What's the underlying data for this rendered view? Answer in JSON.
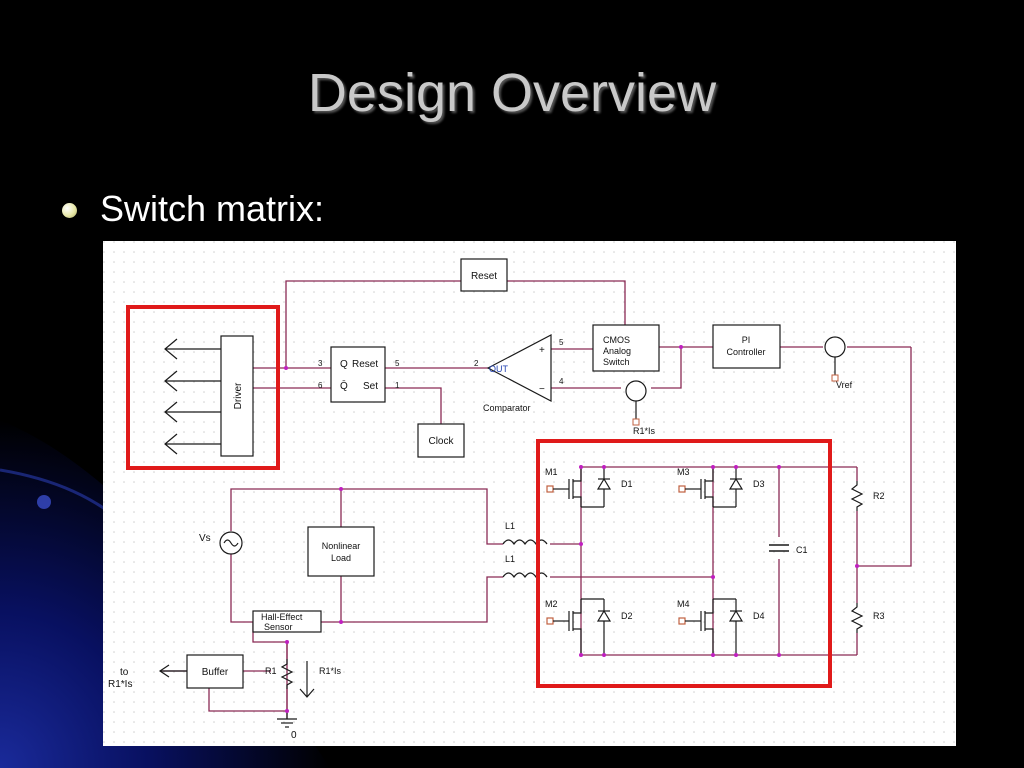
{
  "slide": {
    "title": "Design Overview",
    "bullet": "Switch matrix:"
  },
  "schematic": {
    "labels": {
      "reset_block": "Reset",
      "q": "Q",
      "q_bar": "Q̄",
      "reset_pin": "Reset",
      "set_pin": "Set",
      "pin3": "3",
      "pin6": "6",
      "pin5": "5",
      "pin1": "1",
      "pin2": "2",
      "pin5b": "5",
      "pin4": "4",
      "clock": "Clock",
      "comparator": "Comparator",
      "out": "OUT",
      "plus": "+",
      "minus": "−",
      "cmos_1": "CMOS",
      "cmos_2": "Analog",
      "cmos_3": "Switch",
      "pi_1": "PI",
      "pi_2": "Controller",
      "vref": "Vref",
      "r1is_top": "R1*Is",
      "driver": "Driver",
      "vs": "Vs",
      "load_1": "Nonlinear",
      "load_2": "Load",
      "l1a": "L1",
      "l1b": "L1",
      "hall_1": "Hall-Effect",
      "hall_2": "Sensor",
      "buffer": "Buffer",
      "r1": "R1",
      "r1is_bottom": "R1*Is",
      "to_1": "to",
      "to_2": "R1*Is",
      "ground": "0",
      "m1": "M1",
      "m2": "M2",
      "m3": "M3",
      "m4": "M4",
      "d1": "D1",
      "d2": "D2",
      "d3": "D3",
      "d4": "D4",
      "c1": "C1",
      "r2": "R2",
      "r3": "R3"
    },
    "colors": {
      "wire": "#8a2a55",
      "node": "#c020c0",
      "highlight": "#e01a1a",
      "component": "#1a1a1a",
      "grid": "#d2d2d2"
    }
  }
}
